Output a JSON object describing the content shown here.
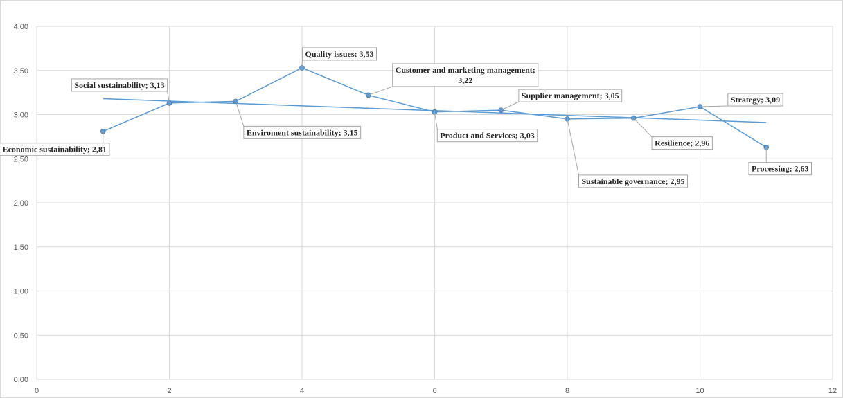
{
  "chart_data": {
    "type": "scatter",
    "xlim": [
      0,
      12
    ],
    "ylim": [
      0,
      4
    ],
    "x_ticks": [
      "0",
      "2",
      "4",
      "6",
      "8",
      "10",
      "12"
    ],
    "y_ticks": [
      "0,00",
      "0,50",
      "1,00",
      "1,50",
      "2,00",
      "2,50",
      "3,00",
      "3,50",
      "4,00"
    ],
    "grid": true,
    "series_color": "#5b9bd5",
    "points": [
      {
        "x": 1,
        "y": 2.81,
        "label": "Economic sustainability; 2,81"
      },
      {
        "x": 2,
        "y": 3.13,
        "label": "Social sustainability; 3,13"
      },
      {
        "x": 3,
        "y": 3.15,
        "label": "Enviroment sustainability; 3,15"
      },
      {
        "x": 4,
        "y": 3.53,
        "label": "Quality issues; 3,53"
      },
      {
        "x": 5,
        "y": 3.22,
        "label": "Customer and marketing management;\n3,22"
      },
      {
        "x": 6,
        "y": 3.03,
        "label": "Product and Services; 3,03"
      },
      {
        "x": 7,
        "y": 3.05,
        "label": "Supplier management; 3,05"
      },
      {
        "x": 8,
        "y": 2.95,
        "label": "Sustainable governance; 2,95"
      },
      {
        "x": 9,
        "y": 2.96,
        "label": "Resilience; 2,96"
      },
      {
        "x": 10,
        "y": 3.09,
        "label": "Strategy; 3,09"
      },
      {
        "x": 11,
        "y": 2.63,
        "label": "Processing; 2,63"
      }
    ],
    "trendline": {
      "type": "linear",
      "from": {
        "x": 1,
        "y": 3.18
      },
      "to": {
        "x": 11,
        "y": 2.91
      }
    }
  }
}
